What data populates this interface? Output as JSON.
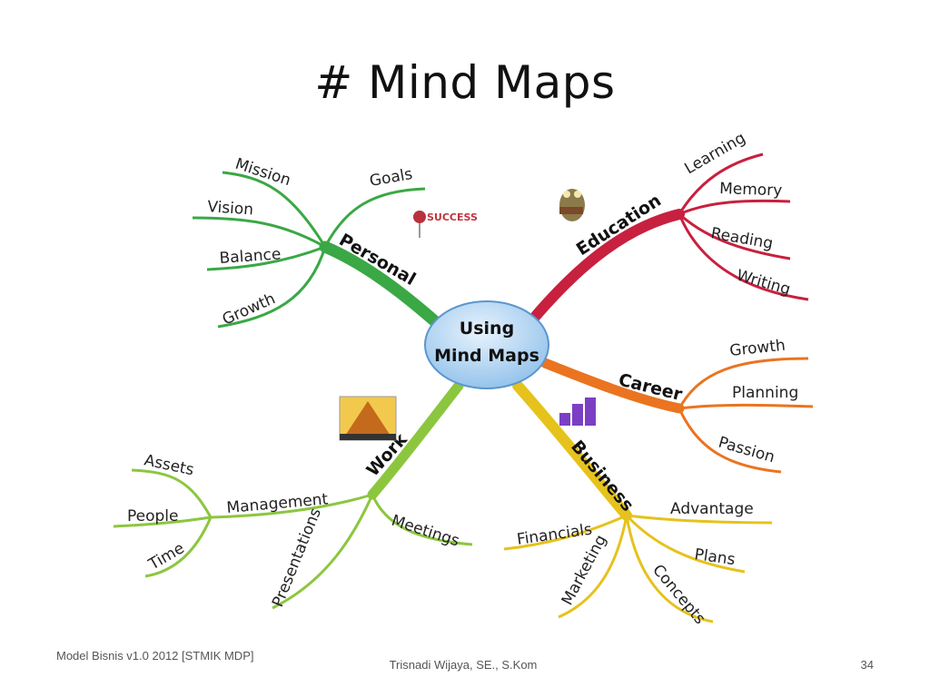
{
  "slide": {
    "title": "# Mind Maps",
    "footer_left": "Model Bisnis v1.0 2012 [STMIK MDP]",
    "footer_center": "Trisnadi Wijaya, SE., S.Kom",
    "page_number": "34"
  },
  "mindmap": {
    "center": [
      "Using",
      "Mind Maps"
    ],
    "branches": {
      "personal": {
        "label": "Personal",
        "color": "#3aa845",
        "children": [
          "Mission",
          "Goals",
          "Vision",
          "Balance",
          "Growth"
        ]
      },
      "education": {
        "label": "Education",
        "color": "#c8203f",
        "children": [
          "Learning",
          "Memory",
          "Reading",
          "Writing"
        ]
      },
      "career": {
        "label": "Career",
        "color": "#ea7420",
        "children": [
          "Growth",
          "Planning",
          "Passion"
        ]
      },
      "business": {
        "label": "Business",
        "color": "#e6c21c",
        "children": [
          "Advantage",
          "Financials",
          "Plans",
          "Marketing",
          "Concepts"
        ]
      },
      "work": {
        "label": "Work",
        "color": "#8cc63f",
        "children": [
          "Management",
          "Meetings",
          "Presentations"
        ]
      },
      "management": {
        "children": [
          "Assets",
          "People",
          "Time"
        ]
      }
    },
    "decorations": {
      "success_sign": "SUCCESS"
    }
  }
}
